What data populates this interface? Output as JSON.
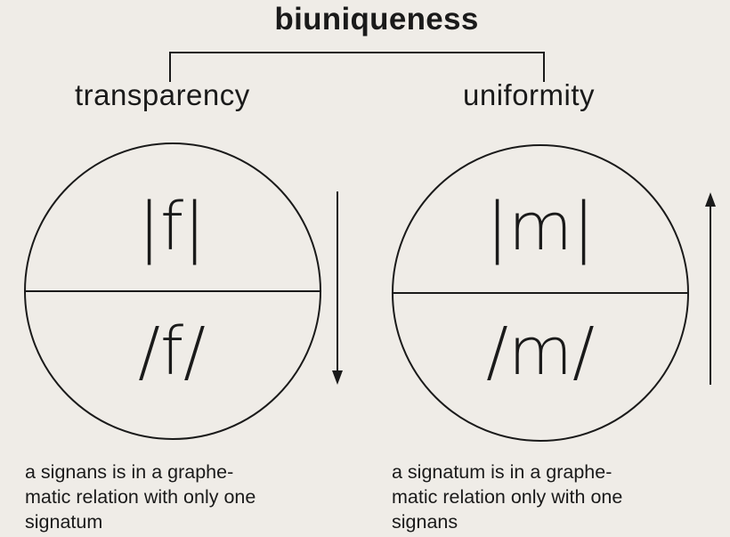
{
  "title": "biuniqueness",
  "left": {
    "heading": "transparency",
    "grapheme": "|f|",
    "phoneme": "/f/",
    "arrow_direction": "down",
    "caption": "a signans is in a graphe-\nmatic relation with only one\nsignatum"
  },
  "right": {
    "heading": "uniformity",
    "grapheme": "|m|",
    "phoneme": "/m/",
    "arrow_direction": "up",
    "caption": "a signatum is in a graphe-\nmatic relation only with one\nsignans"
  },
  "colors": {
    "background": "#efece7",
    "ink": "#1a1a1a"
  }
}
